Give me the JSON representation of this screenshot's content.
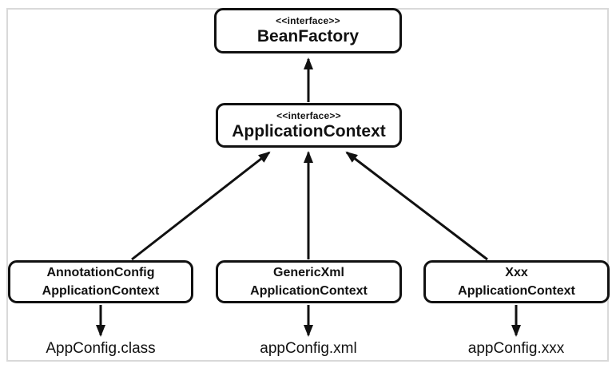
{
  "colors": {
    "line_color": "#111111",
    "frame_color": "#d9d9d9",
    "background_color": "#ffffff"
  },
  "nodes": {
    "bean_factory": {
      "stereotype": "<<interface>>",
      "name": "BeanFactory"
    },
    "application_context": {
      "stereotype": "<<interface>>",
      "name": "ApplicationContext"
    },
    "annotation_config_application_context": {
      "line1": "AnnotationConfig",
      "line2": "ApplicationContext"
    },
    "generic_xml_application_context": {
      "line1": "GenericXml",
      "line2": "ApplicationContext"
    },
    "xxx_application_context": {
      "line1": "Xxx",
      "line2": "ApplicationContext"
    }
  },
  "config_labels": {
    "class_file": "AppConfig.class",
    "xml_file": "appConfig.xml",
    "xxx_file": "appConfig.xxx"
  },
  "edges": [
    {
      "from": "ApplicationContext",
      "to": "BeanFactory",
      "style": "solid-arrow"
    },
    {
      "from": "AnnotationConfigApplicationContext",
      "to": "ApplicationContext",
      "style": "solid-arrow"
    },
    {
      "from": "GenericXmlApplicationContext",
      "to": "ApplicationContext",
      "style": "solid-arrow"
    },
    {
      "from": "XxxApplicationContext",
      "to": "ApplicationContext",
      "style": "solid-arrow"
    },
    {
      "from": "AnnotationConfigApplicationContext",
      "to": "AppConfig.class",
      "style": "solid-arrow"
    },
    {
      "from": "GenericXmlApplicationContext",
      "to": "appConfig.xml",
      "style": "solid-arrow"
    },
    {
      "from": "XxxApplicationContext",
      "to": "appConfig.xxx",
      "style": "solid-arrow"
    }
  ]
}
